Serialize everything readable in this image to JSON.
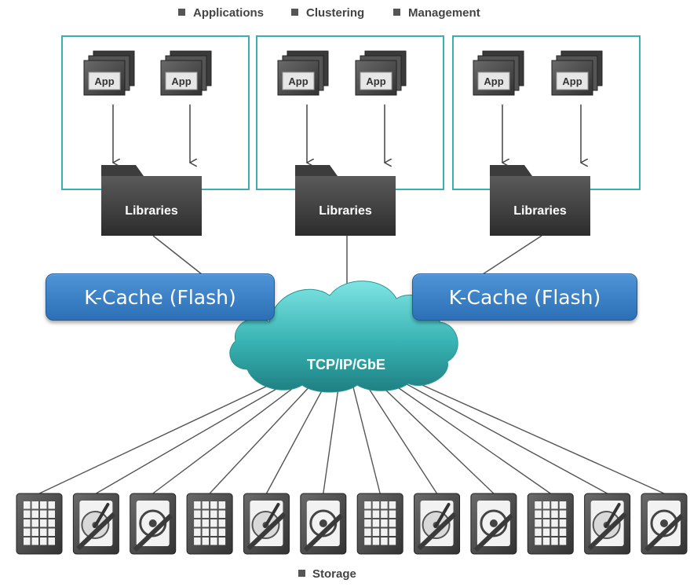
{
  "legend": {
    "top": [
      "Applications",
      "Clustering",
      "Management"
    ],
    "bottom": "Storage"
  },
  "nodes": [
    {
      "apps": [
        "App",
        "App"
      ],
      "library": "Libraries"
    },
    {
      "apps": [
        "App",
        "App"
      ],
      "library": "Libraries"
    },
    {
      "apps": [
        "App",
        "App"
      ],
      "library": "Libraries"
    }
  ],
  "cache_labels": [
    "K-Cache (Flash)",
    "K-Cache (Flash)"
  ],
  "network": {
    "label": "TCP/IP/GbE"
  },
  "storage_devices": [
    "ssd-icon",
    "hdd-open-icon",
    "hdd-icon",
    "ssd-icon",
    "hdd-open-icon",
    "hdd-icon",
    "ssd-icon",
    "hdd-open-icon",
    "hdd-icon",
    "ssd-icon",
    "hdd-open-icon",
    "hdd-icon"
  ],
  "colors": {
    "node_border": "#3aaeb0",
    "cache": "#2f73b9",
    "cloud": "#3fbfbf",
    "device": "#4a4a4a"
  }
}
